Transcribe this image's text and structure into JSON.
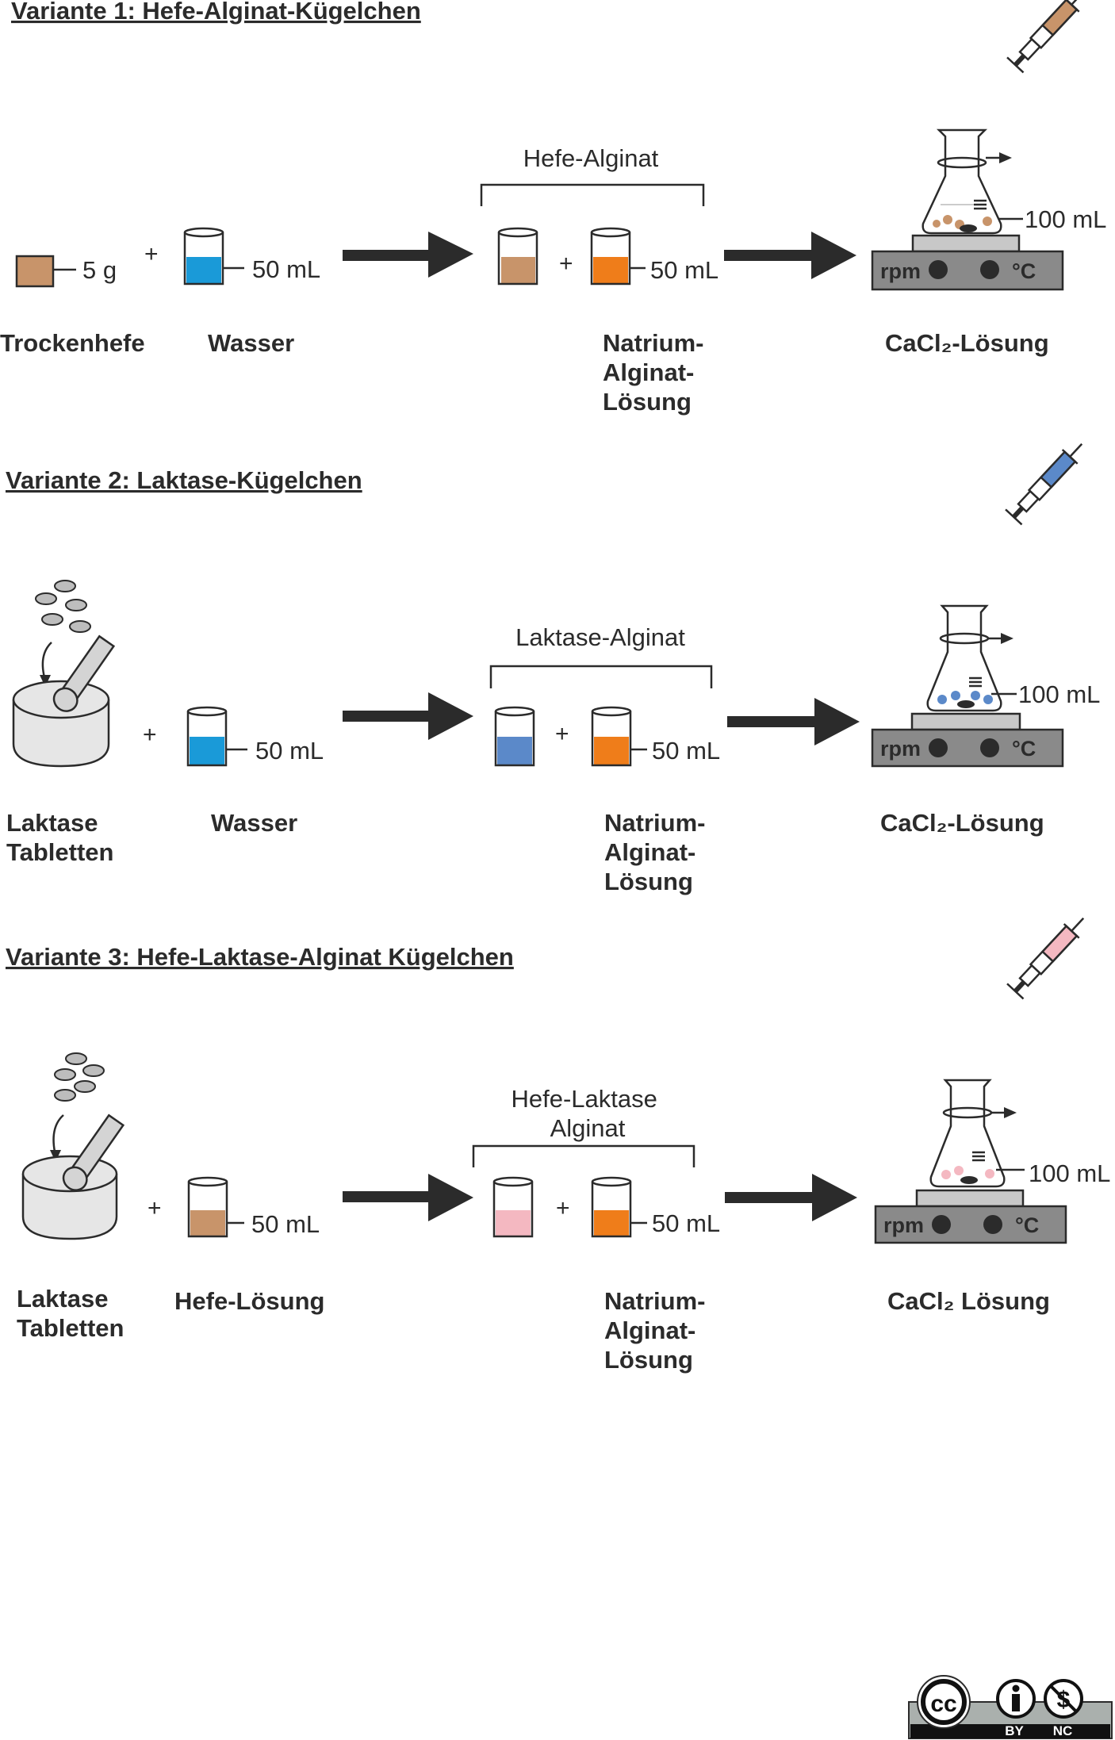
{
  "variants": [
    {
      "title": "Variante 1: Hefe-Alginat-Kügelchen",
      "start_amount": "5 g",
      "start_label": [
        "Trockenhefe"
      ],
      "water_volume": "50 mL",
      "water_label": "Wasser",
      "bracket_label": [
        "Hefe-Alginat"
      ],
      "plus": "+",
      "alginate_volume": "50 mL",
      "alginate_label": [
        "Natrium-",
        "Alginat-",
        "Lösung"
      ],
      "flask_volume": "100 mL",
      "cacl_label": "CaCl₂-Lösung",
      "plate_rpm": "rpm",
      "plate_temp": "°C"
    },
    {
      "title": "Variante 2: Laktase-Kügelchen",
      "start_label": [
        "Laktase",
        "Tabletten"
      ],
      "water_volume": "50 mL",
      "water_label": "Wasser",
      "bracket_label": [
        "Laktase-Alginat"
      ],
      "plus": "+",
      "alginate_volume": "50 mL",
      "alginate_label": [
        "Natrium-",
        "Alginat-",
        "Lösung"
      ],
      "flask_volume": "100 mL",
      "cacl_label": "CaCl₂-Lösung",
      "plate_rpm": "rpm",
      "plate_temp": "°C"
    },
    {
      "title": "Variante 3: Hefe-Laktase-Alginat Kügelchen",
      "start_label": [
        "Laktase",
        "Tabletten"
      ],
      "water_volume": "50 mL",
      "water_label": "Hefe-Lösung",
      "bracket_label": [
        "Hefe-Laktase",
        "Alginat"
      ],
      "plus": "+",
      "alginate_volume": "50 mL",
      "alginate_label": [
        "Natrium-",
        "Alginat-",
        "Lösung"
      ],
      "flask_volume": "100 mL",
      "cacl_label": "CaCl₂ Lösung",
      "plate_rpm": "rpm",
      "plate_temp": "°C"
    }
  ],
  "license": {
    "cc": "cc",
    "by": "BY",
    "nc": "NC"
  },
  "colors": {
    "yeast": "#c8946a",
    "water": "#1a9ad8",
    "alginate": "#ef7d1a",
    "lactase": "#5b89c9",
    "mix3": "#f4b8c1",
    "plate": "#8a8a8a",
    "plate_top": "#c8c8c8",
    "outline": "#2b2b2b"
  }
}
